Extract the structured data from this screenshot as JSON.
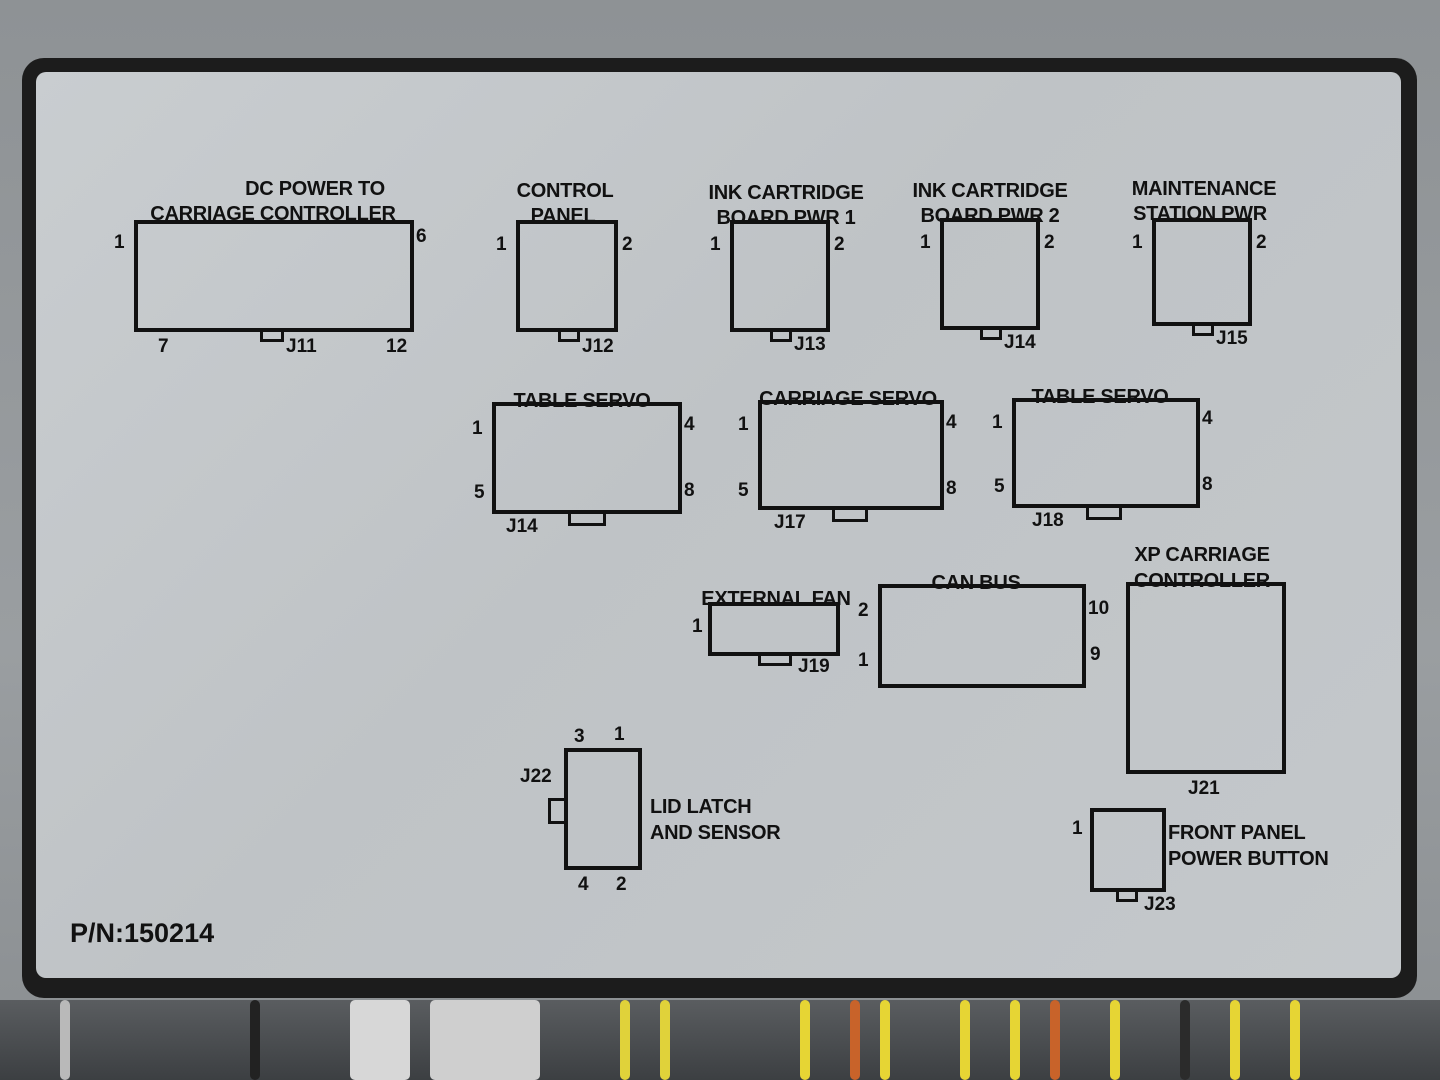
{
  "part_number": "P/N:150214",
  "connectors": {
    "j11": {
      "title_1": "DC POWER TO",
      "title_2": "CARRIAGE CONTROLLER",
      "id": "J11",
      "pin_tl": "1",
      "pin_tr": "6",
      "pin_bl": "7",
      "pin_br": "12"
    },
    "j12": {
      "title_1": "CONTROL",
      "title_2": "PANEL",
      "id": "J12",
      "pin_l": "1",
      "pin_r": "2"
    },
    "j13": {
      "title_1": "INK CARTRIDGE",
      "title_2": "BOARD PWR 1",
      "id": "J13",
      "pin_l": "1",
      "pin_r": "2"
    },
    "j14a": {
      "title_1": "INK CARTRIDGE",
      "title_2": "BOARD PWR 2",
      "id": "J14",
      "pin_l": "1",
      "pin_r": "2"
    },
    "j15": {
      "title_1": "MAINTENANCE",
      "title_2": "STATION PWR",
      "id": "J15",
      "pin_l": "1",
      "pin_r": "2"
    },
    "j14b": {
      "title": "TABLE SERVO",
      "id": "J14",
      "pin_tl": "1",
      "pin_tr": "4",
      "pin_bl": "5",
      "pin_br": "8"
    },
    "j17": {
      "title": "CARRIAGE SERVO",
      "id": "J17",
      "pin_tl": "1",
      "pin_tr": "4",
      "pin_bl": "5",
      "pin_br": "8"
    },
    "j18": {
      "title": "TABLE SERVO",
      "id": "J18",
      "pin_tl": "1",
      "pin_tr": "4",
      "pin_bl": "5",
      "pin_br": "8"
    },
    "j19": {
      "title": "EXTERNAL FAN",
      "id": "J19",
      "pin_l": "1"
    },
    "can": {
      "title": "CAN BUS",
      "pin_tl": "2",
      "pin_bl": "1",
      "pin_tr": "10",
      "pin_br": "9"
    },
    "j21": {
      "title_1": "XP CARRIAGE",
      "title_2": "CONTROLLER",
      "id": "J21"
    },
    "j22": {
      "title_1": "LID LATCH",
      "title_2": "AND SENSOR",
      "id": "J22",
      "pin_tl": "3",
      "pin_tr": "1",
      "pin_bl": "4",
      "pin_br": "2"
    },
    "j23": {
      "title_1": "FRONT PANEL",
      "title_2": "POWER BUTTON",
      "id": "J23",
      "pin_l": "1"
    }
  },
  "colors": {
    "label": "#c4c8cb",
    "ink": "#111111",
    "frame": "#1c1c1c"
  }
}
